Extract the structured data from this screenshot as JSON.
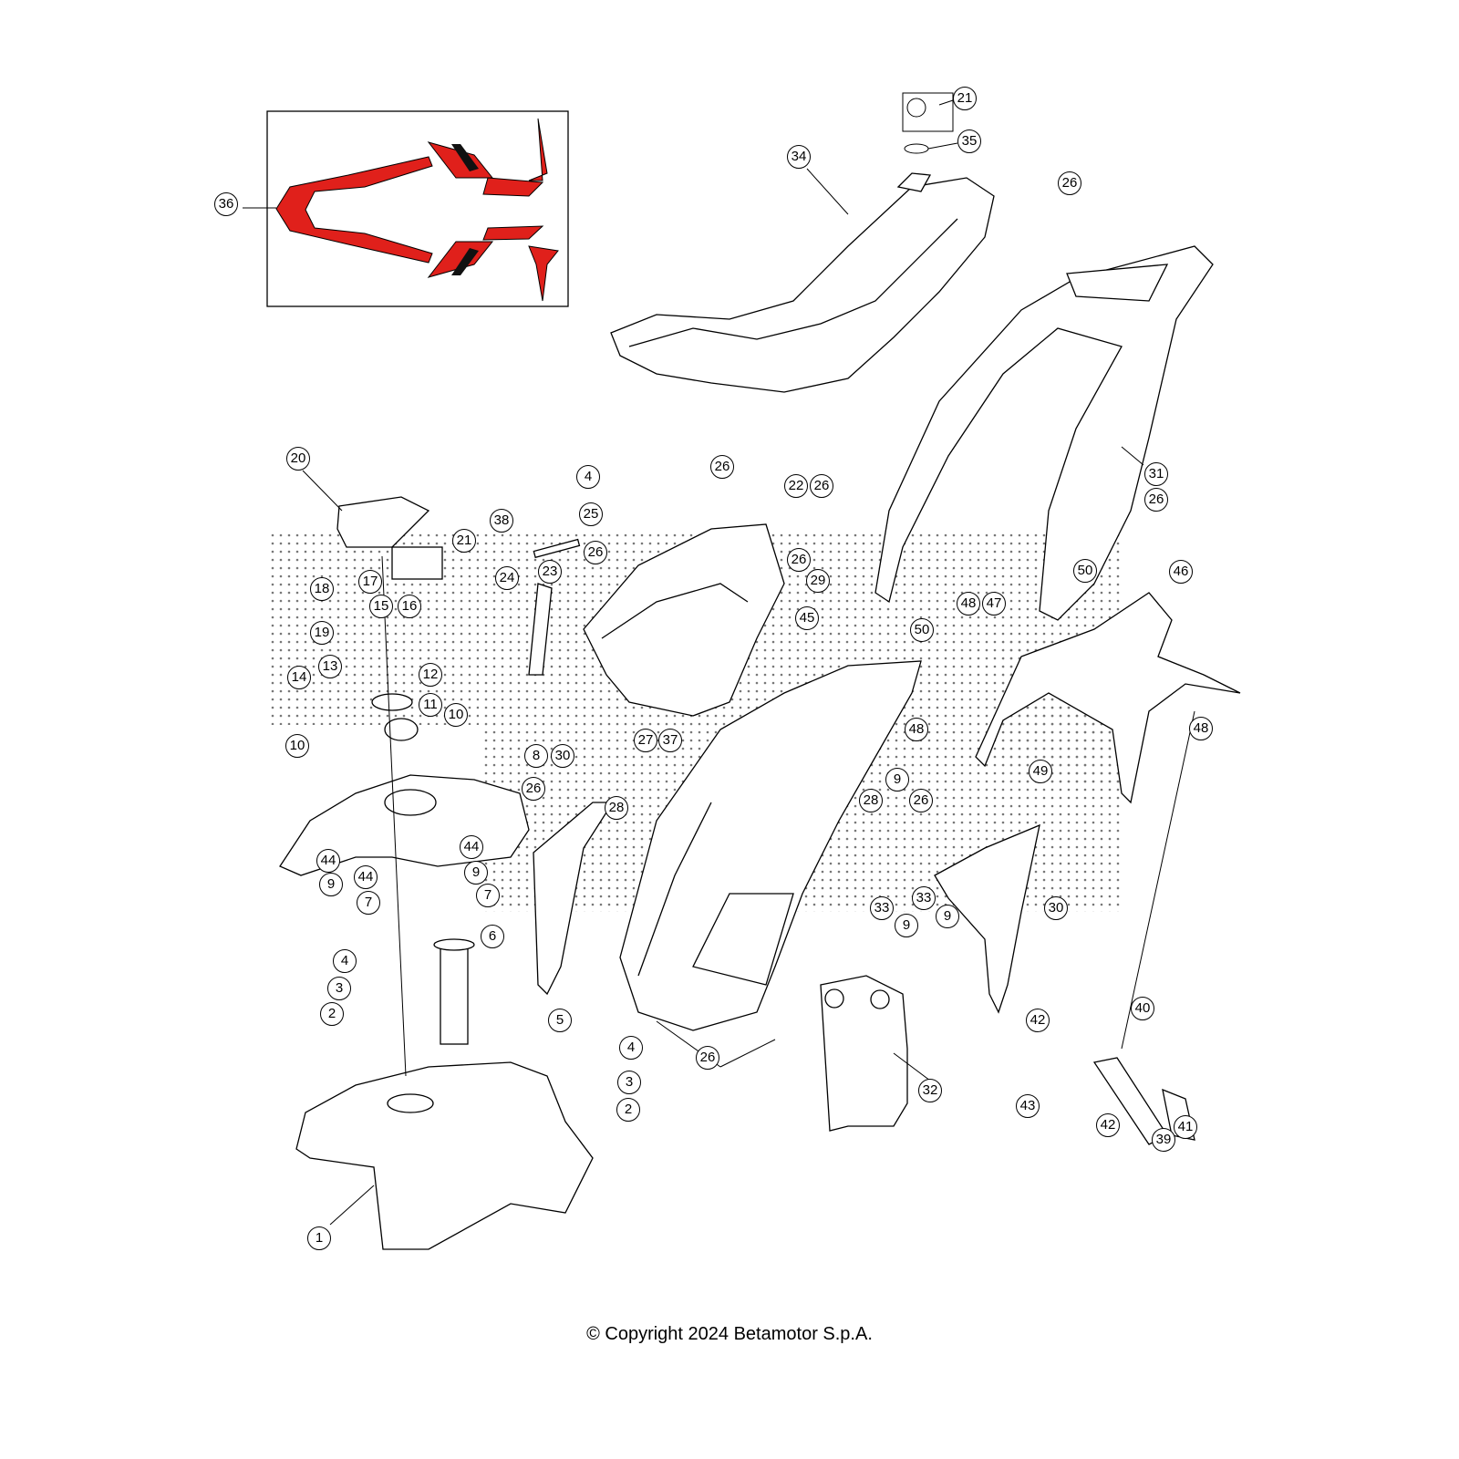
{
  "diagram": {
    "callouts": [
      "36",
      "21",
      "35",
      "34",
      "26",
      "31",
      "26",
      "20",
      "21",
      "4",
      "26",
      "22",
      "26",
      "38",
      "25",
      "26",
      "24",
      "23",
      "26",
      "29",
      "45",
      "50",
      "46",
      "48",
      "47",
      "50",
      "18",
      "17",
      "15",
      "16",
      "19",
      "13",
      "14",
      "12",
      "11",
      "10",
      "10",
      "8",
      "30",
      "27",
      "37",
      "48",
      "48",
      "9",
      "49",
      "26",
      "28",
      "28",
      "26",
      "44",
      "44",
      "9",
      "44",
      "9",
      "7",
      "7",
      "6",
      "30",
      "33",
      "33",
      "9",
      "9",
      "4",
      "3",
      "2",
      "5",
      "4",
      "3",
      "2",
      "26",
      "32",
      "42",
      "40",
      "43",
      "42",
      "39",
      "41",
      "1"
    ],
    "decal_colors": {
      "red": "#e0201b",
      "black": "#111111"
    }
  },
  "footer": {
    "copyright": "© Copyright 2024 Betamotor S.p.A."
  }
}
